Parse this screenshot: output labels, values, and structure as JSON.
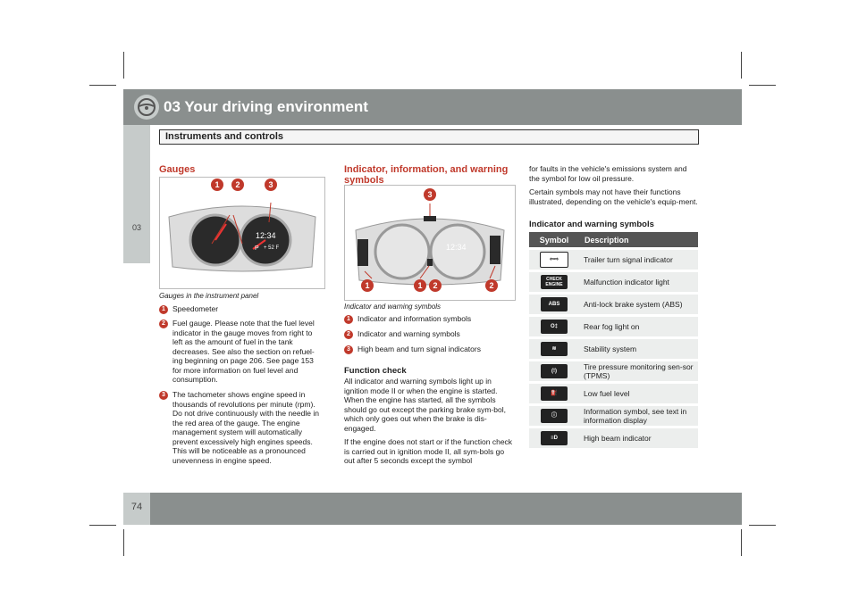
{
  "header": {
    "chapter": "03 Your driving environment",
    "section": "Instruments and controls"
  },
  "side_tab": "03",
  "page_number": "74",
  "gauges": {
    "heading": "Gauges",
    "caption": "Gauges in the instrument panel",
    "photo_markers": [
      "1",
      "2",
      "3"
    ],
    "items": [
      {
        "num": "1",
        "text": "Speedometer"
      },
      {
        "num": "2",
        "text": "Fuel gauge. Please note that the fuel level indicator in the gauge moves from right to left as the amount of fuel in the tank decreases. See also the section on refuel-ing beginning on page 206. See page 153 for more information on fuel level and consumption."
      },
      {
        "num": "3",
        "text": "The tachometer shows engine speed in thousands of revolutions per minute (rpm). Do not drive continuously with the needle in the red area of the gauge. The engine management system will automatically prevent excessively high engines speeds. This will be noticeable as a pronounced unevenness in engine speed."
      }
    ]
  },
  "symbols": {
    "heading": "Indicator, information, and warning symbols",
    "caption": "Indicator and warning symbols",
    "photo_markers": [
      "3",
      "1",
      "1",
      "2",
      "2"
    ],
    "items": [
      {
        "num": "1",
        "text": "Indicator and information symbols"
      },
      {
        "num": "2",
        "text": "Indicator and warning symbols"
      },
      {
        "num": "3",
        "text": "High beam and turn signal indicators"
      }
    ],
    "function_check": {
      "heading": "Function check",
      "para1": "All indicator and warning symbols light up in ignition mode II or when the engine is started. When the engine has started, all the symbols should go out except the parking brake sym-bol, which only goes out when the brake is dis-engaged.",
      "para2": "If the engine does not start or if the function check is carried out in ignition mode II, all sym-bols go out after 5 seconds except the symbol"
    }
  },
  "right_col": {
    "para1": "for faults in the vehicle's emissions system and the symbol for low oil pressure.",
    "para2": "Certain symbols may not have their functions illustrated, depending on the vehicle's equip-ment.",
    "table_heading": "Indicator and warning symbols",
    "col_symbol": "Symbol",
    "col_desc": "Description",
    "rows": [
      {
        "icon": "trailer-turn-signal-icon",
        "glyph": "⇦⇨",
        "desc": "Trailer turn signal indicator"
      },
      {
        "icon": "check-engine-icon",
        "glyph": "CHECK ENGINE",
        "desc": "Malfunction indicator light"
      },
      {
        "icon": "abs-icon",
        "glyph": "ABS",
        "desc": "Anti-lock brake system (ABS)"
      },
      {
        "icon": "rear-fog-icon",
        "glyph": "O‡",
        "desc": "Rear fog light on"
      },
      {
        "icon": "stability-icon",
        "glyph": "≋",
        "desc": "Stability system"
      },
      {
        "icon": "tire-pressure-icon",
        "glyph": "(!)",
        "desc": "Tire pressure monitoring sen-sor (TPMS)"
      },
      {
        "icon": "fuel-pump-icon",
        "glyph": "⛽",
        "desc": "Low fuel level"
      },
      {
        "icon": "information-icon",
        "glyph": "ⓘ",
        "desc": "Information symbol, see text in information display"
      },
      {
        "icon": "high-beam-icon",
        "glyph": "≡D",
        "desc": "High beam indicator"
      }
    ]
  },
  "gauge_display": {
    "clock": "12:34",
    "gear": "P",
    "temp": "+ 52 F"
  }
}
